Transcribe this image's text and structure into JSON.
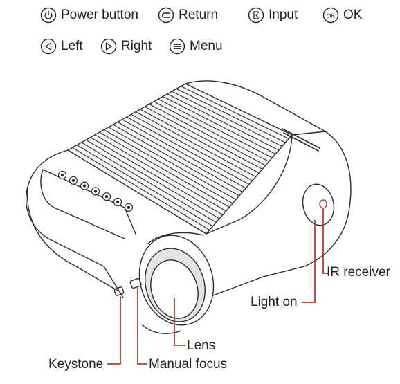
{
  "legend": [
    {
      "icon": "power-icon",
      "label": "Power button"
    },
    {
      "icon": "return-icon",
      "label": "Return"
    },
    {
      "icon": "input-icon",
      "label": "Input"
    },
    {
      "icon": "ok-icon",
      "label": "OK",
      "glyph": "OK"
    },
    {
      "icon": "left-icon",
      "label": "Left"
    },
    {
      "icon": "right-icon",
      "label": "Right"
    },
    {
      "icon": "menu-icon",
      "label": "Menu"
    }
  ],
  "callouts": {
    "ir_receiver": "IR receiver",
    "light_on": "Light on",
    "lens": "Lens",
    "keystone": "Keystone",
    "manual_focus": "Manual focus"
  },
  "colors": {
    "leader_line": "#c0392b",
    "outline": "#2b2b2b",
    "text": "#222222"
  }
}
